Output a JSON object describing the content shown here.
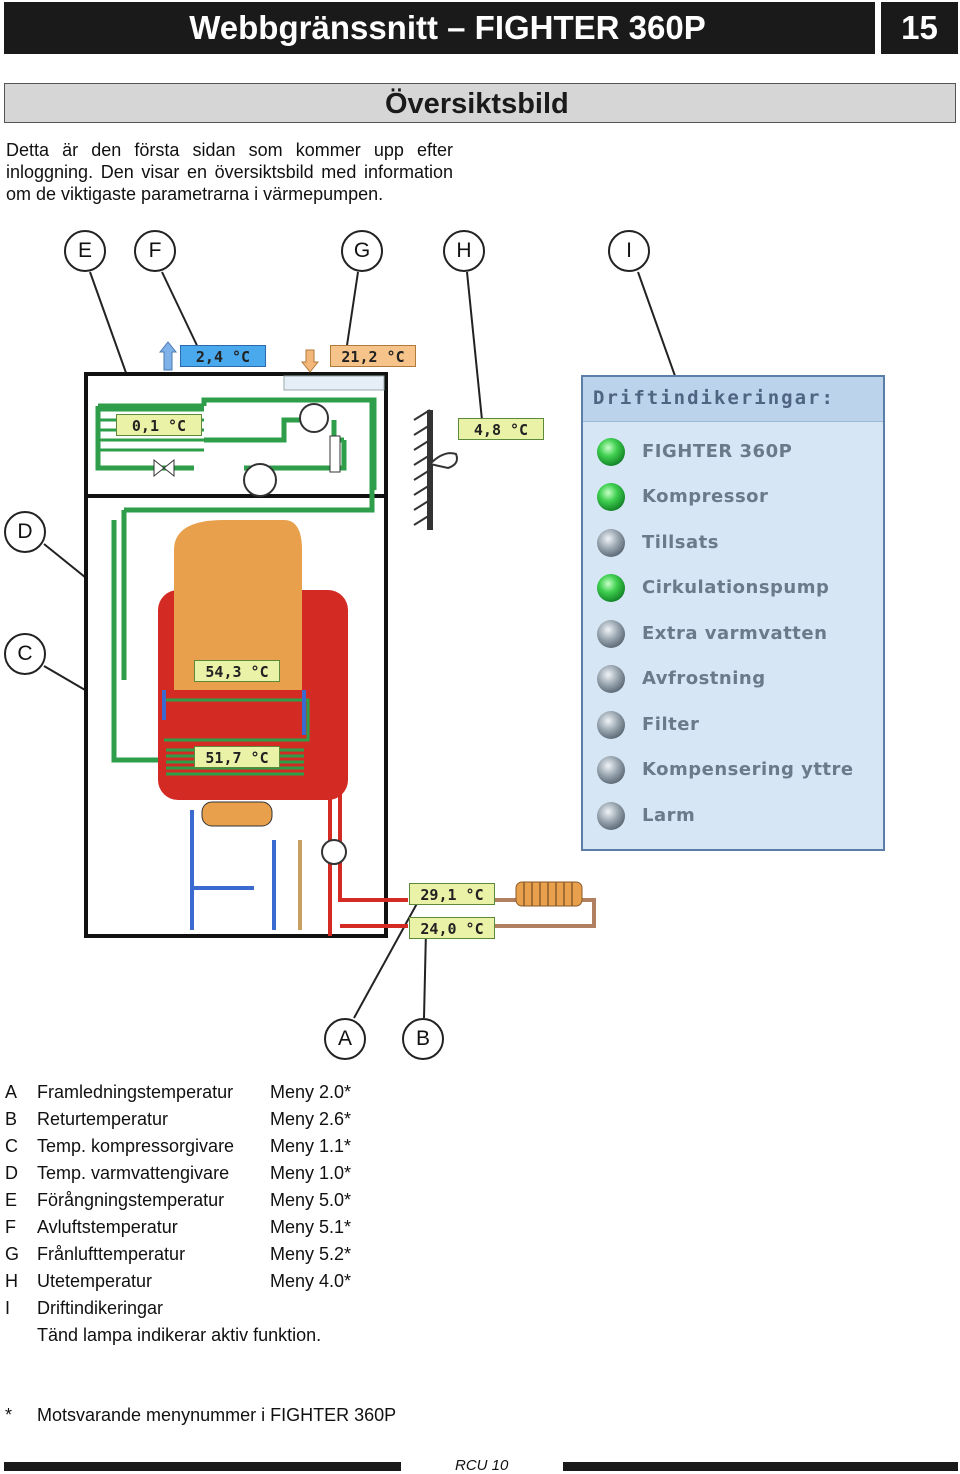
{
  "header": {
    "title": "Webbgränssnitt – FIGHTER 360P",
    "page_number": "15"
  },
  "section": {
    "title": "Översiktsbild"
  },
  "intro": "Detta är den första sidan som kommer upp efter inloggning. Den visar en översiktsbild med information om de viktigaste parametrarna i värmepumpen.",
  "callouts": [
    "E",
    "F",
    "G",
    "H",
    "I",
    "D",
    "C",
    "A",
    "B"
  ],
  "diagram": {
    "temps": {
      "evaporator": "0,1 °C",
      "exhaust": "2,4 °C",
      "extract": "21,2 °C",
      "outdoor": "4,8 °C",
      "hotwater": "54,3 °C",
      "compressor": "51,7 °C",
      "flow": "29,1 °C",
      "return": "24,0 °C"
    }
  },
  "status_panel": {
    "title": "Driftindikeringar:",
    "items": [
      {
        "label": "FIGHTER 360P",
        "lamp": "on"
      },
      {
        "label": "Kompressor",
        "lamp": "on"
      },
      {
        "label": "Tillsats",
        "lamp": "off"
      },
      {
        "label": "Cirkulationspump",
        "lamp": "on"
      },
      {
        "label": "Extra varmvatten",
        "lamp": "off"
      },
      {
        "label": "Avfrostning",
        "lamp": "off"
      },
      {
        "label": "Filter",
        "lamp": "off"
      },
      {
        "label": "Kompensering yttre",
        "lamp": "off"
      },
      {
        "label": "Larm",
        "lamp": "off"
      }
    ]
  },
  "legend": [
    {
      "key": "A",
      "text": "Framledningstemperatur",
      "menu": "Meny 2.0*"
    },
    {
      "key": "B",
      "text": "Returtemperatur",
      "menu": "Meny 2.6*"
    },
    {
      "key": "C",
      "text": "Temp. kompressorgivare",
      "menu": "Meny 1.1*"
    },
    {
      "key": "D",
      "text": "Temp. varmvattengivare",
      "menu": "Meny 1.0*"
    },
    {
      "key": "E",
      "text": "Förångningstemperatur",
      "menu": "Meny 5.0*"
    },
    {
      "key": "F",
      "text": "Avluftstemperatur",
      "menu": "Meny 5.1*"
    },
    {
      "key": "G",
      "text": "Frånlufttemperatur",
      "menu": "Meny 5.2*"
    },
    {
      "key": "H",
      "text": "Utetemperatur",
      "menu": "Meny 4.0*"
    },
    {
      "key": "I",
      "text": "Driftindikeringar",
      "menu": ""
    },
    {
      "key": "",
      "text": "Tänd lampa indikerar aktiv funktion.",
      "menu": ""
    }
  ],
  "footnote": {
    "symbol": "*",
    "text": "Motsvarande menynummer i FIGHTER 360P"
  },
  "footer": {
    "label": "RCU 10"
  },
  "colors": {
    "header_bg": "#1a1a1a",
    "section_bg": "#d6d6d6",
    "pipe_green": "#2e9e4a",
    "tank_orange": "#e8a04c",
    "tank_red": "#d42a24",
    "panel_bg": "#d6e6f5",
    "lamp_on": "#3fcf4f",
    "lamp_off": "#9aa6b0"
  }
}
